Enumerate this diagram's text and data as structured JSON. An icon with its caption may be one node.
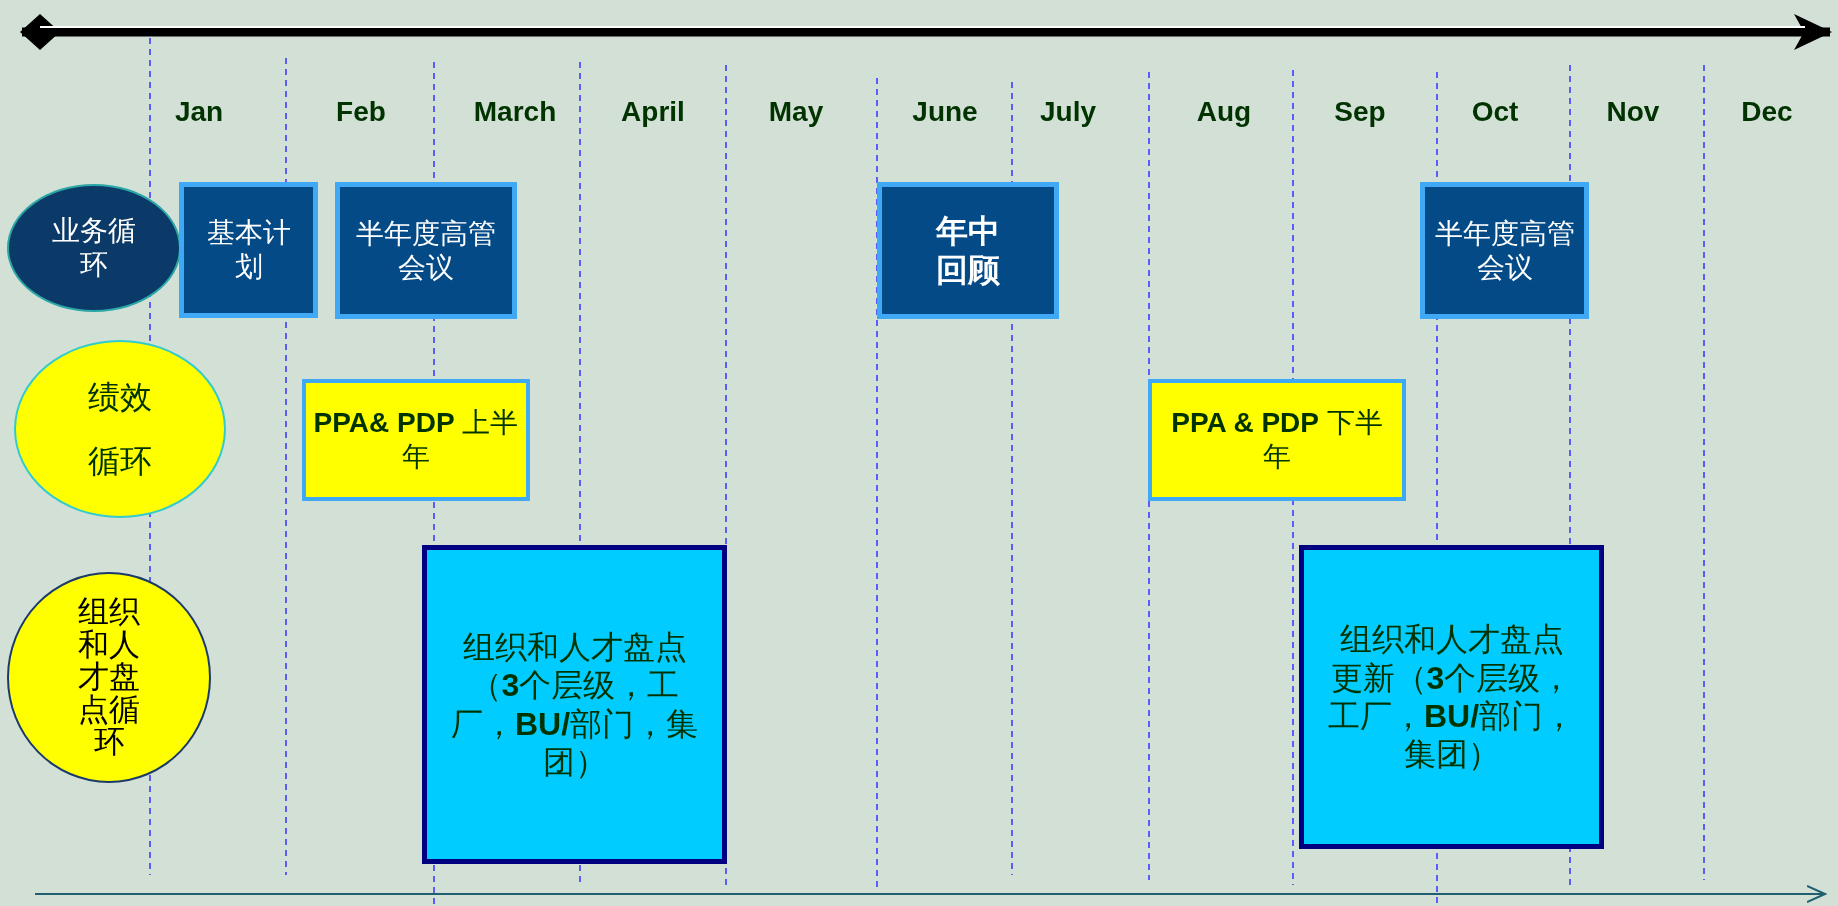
{
  "diagram": {
    "nodes": [
      {
        "text": [
          "业务循环"
        ]
      },
      {
        "text": [
          "基本计划"
        ]
      },
      {
        "text": [
          "半年度高管会议"
        ]
      },
      {
        "text": [
          "年中回顾"
        ]
      },
      {
        "text": [
          "半年度高管会议"
        ]
      },
      {
        "text": [
          "绩效循环"
        ]
      },
      {
        "text": [
          "**PPA& PDP** 上半年"
        ]
      },
      {
        "text": [
          "**PPA & PDP** 下半年"
        ]
      },
      {
        "text": [
          "组织和人才盘点循环"
        ]
      },
      {
        "text": [
          "组织和人才盘点（**3**个层级，工厂，**BU/**部门，集团）"
        ]
      },
      {
        "text": [
          "组织和人才盘点更新（**3**个层级，工厂，**BU/**部门，集团）"
        ]
      }
    ],
    "labels": [
      "Jan",
      "Feb",
      "March",
      "April",
      "May",
      "June",
      "July",
      "Aug",
      "Sep",
      "Oct",
      "Nov",
      "Dec"
    ]
  }
}
